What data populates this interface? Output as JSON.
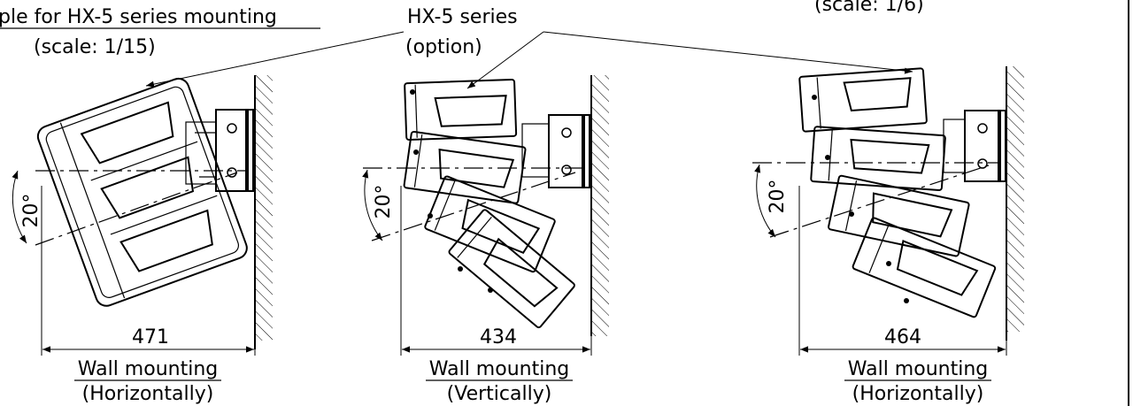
{
  "header": {
    "left_title": "ple for HX-5 series mounting",
    "left_scale": "(scale: 1/15)",
    "right_scale": "(scale: 1/6)",
    "callout_label": "HX-5 series",
    "callout_sub": "(option)"
  },
  "figures": [
    {
      "width": "471",
      "angle": "20°",
      "title": "Wall mounting",
      "subtitle": "(Horizontally)"
    },
    {
      "width": "434",
      "angle": "20°",
      "title": "Wall mounting",
      "subtitle": "(Vertically)"
    },
    {
      "width": "464",
      "angle": "20°",
      "title": "Wall mounting",
      "subtitle": "(Horizontally)"
    }
  ]
}
